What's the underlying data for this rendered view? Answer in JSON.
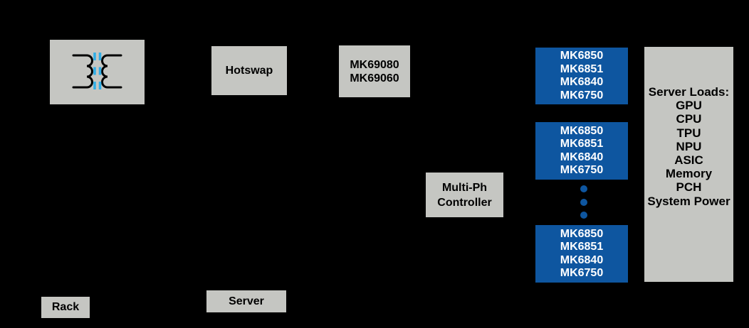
{
  "colors": {
    "background": "#000000",
    "box_gray": "#c5c6c2",
    "box_blue": "#0e56a0",
    "transformer_core": "#2fade6",
    "text_on_gray": "#000000",
    "text_on_blue": "#ffffff"
  },
  "icons": {
    "transformer": "transformer-coils-icon",
    "ellipsis": "vertical-ellipsis-dots"
  },
  "blocks": {
    "hotswap": {
      "label": "Hotswap"
    },
    "hotswap_controllers": {
      "lines": [
        "MK69080",
        "MK69060"
      ]
    },
    "multiphase_controller": {
      "lines": [
        "Multi-Ph",
        "Controller"
      ]
    },
    "power_stages": {
      "lines": [
        "MK6850",
        "MK6851",
        "MK6840",
        "MK6750"
      ]
    },
    "server_loads": {
      "title": "Server Loads:",
      "items": [
        "GPU",
        "CPU",
        "TPU",
        "NPU",
        "ASIC",
        "Memory",
        "PCH",
        "System Power"
      ]
    },
    "rack": {
      "label": "Rack"
    },
    "server": {
      "label": "Server"
    }
  }
}
